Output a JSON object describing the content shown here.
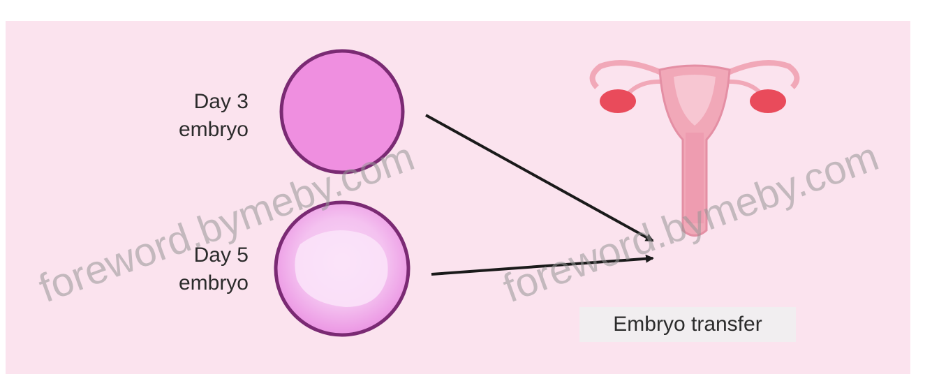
{
  "labels": {
    "day3_line1": "Day 3",
    "day3_line2": "embryo",
    "day5_line1": "Day 5",
    "day5_line2": "embryo",
    "transfer": "Embryo transfer"
  },
  "watermark": {
    "left": "foreword.bymeby.com",
    "right": "foreword.bymeby.com"
  },
  "colors": {
    "background": "#fbe3ee",
    "embryo_day3_fill": "#ef8fe0",
    "embryo_day5_fill": "#f3b6ee",
    "embryo_outline": "#7a2a73",
    "uterus": "#f1a8b8",
    "ovary": "#e94b5b",
    "arrow": "#1a1a1a"
  }
}
